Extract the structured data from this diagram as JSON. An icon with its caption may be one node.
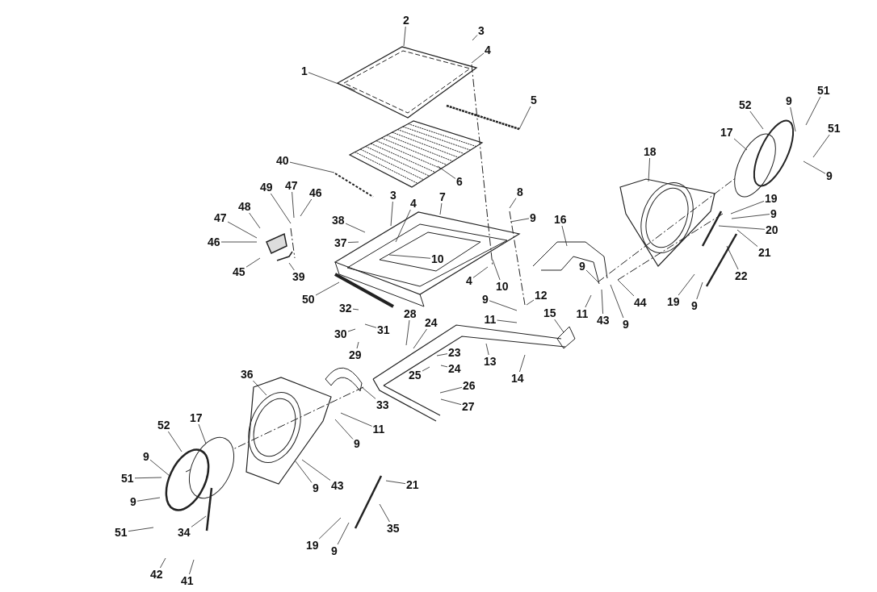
{
  "diagram": {
    "nodes": [
      {
        "text": [
          "1"
        ]
      },
      {
        "text": [
          "2"
        ]
      },
      {
        "text": [
          "3"
        ]
      },
      {
        "text": [
          "4"
        ]
      },
      {
        "text": [
          "5"
        ]
      },
      {
        "text": [
          "6"
        ]
      },
      {
        "text": [
          "40"
        ]
      },
      {
        "text": [
          "7"
        ]
      },
      {
        "text": [
          "3"
        ]
      },
      {
        "text": [
          "4"
        ]
      },
      {
        "text": [
          "8"
        ]
      },
      {
        "text": [
          "9"
        ]
      },
      {
        "text": [
          "38"
        ]
      },
      {
        "text": [
          "37"
        ]
      },
      {
        "text": [
          "10"
        ]
      },
      {
        "text": [
          "4"
        ]
      },
      {
        "text": [
          "10"
        ]
      },
      {
        "text": [
          "49"
        ]
      },
      {
        "text": [
          "47"
        ]
      },
      {
        "text": [
          "46"
        ]
      },
      {
        "text": [
          "48"
        ]
      },
      {
        "text": [
          "47"
        ]
      },
      {
        "text": [
          "46"
        ]
      },
      {
        "text": [
          "45"
        ]
      },
      {
        "text": [
          "39"
        ]
      },
      {
        "text": [
          "50"
        ]
      },
      {
        "text": [
          "32"
        ]
      },
      {
        "text": [
          "31"
        ]
      },
      {
        "text": [
          "30"
        ]
      },
      {
        "text": [
          "29"
        ]
      },
      {
        "text": [
          "28"
        ]
      },
      {
        "text": [
          "24"
        ]
      },
      {
        "text": [
          "23"
        ]
      },
      {
        "text": [
          "24"
        ]
      },
      {
        "text": [
          "25"
        ]
      },
      {
        "text": [
          "26"
        ]
      },
      {
        "text": [
          "27"
        ]
      },
      {
        "text": [
          "13"
        ]
      },
      {
        "text": [
          "14"
        ]
      },
      {
        "text": [
          "11"
        ]
      },
      {
        "text": [
          "9"
        ]
      },
      {
        "text": [
          "12"
        ]
      },
      {
        "text": [
          "15"
        ]
      },
      {
        "text": [
          "16"
        ]
      },
      {
        "text": [
          "9"
        ]
      },
      {
        "text": [
          "11"
        ]
      },
      {
        "text": [
          "43"
        ]
      },
      {
        "text": [
          "9"
        ]
      },
      {
        "text": [
          "44"
        ]
      },
      {
        "text": [
          "18"
        ]
      },
      {
        "text": [
          "19"
        ]
      },
      {
        "text": [
          "9"
        ]
      },
      {
        "text": [
          "20"
        ]
      },
      {
        "text": [
          "21"
        ]
      },
      {
        "text": [
          "22"
        ]
      },
      {
        "text": [
          "19"
        ]
      },
      {
        "text": [
          "9"
        ]
      },
      {
        "text": [
          "17"
        ]
      },
      {
        "text": [
          "52"
        ]
      },
      {
        "text": [
          "9"
        ]
      },
      {
        "text": [
          "51"
        ]
      },
      {
        "text": [
          "51"
        ]
      },
      {
        "text": [
          "9"
        ]
      },
      {
        "text": [
          "36"
        ]
      },
      {
        "text": [
          "33"
        ]
      },
      {
        "text": [
          "11"
        ]
      },
      {
        "text": [
          "9"
        ]
      },
      {
        "text": [
          "43"
        ]
      },
      {
        "text": [
          "9"
        ]
      },
      {
        "text": [
          "17"
        ]
      },
      {
        "text": [
          "52"
        ]
      },
      {
        "text": [
          "9"
        ]
      },
      {
        "text": [
          "51"
        ]
      },
      {
        "text": [
          "9"
        ]
      },
      {
        "text": [
          "51"
        ]
      },
      {
        "text": [
          "34"
        ]
      },
      {
        "text": [
          "42"
        ]
      },
      {
        "text": [
          "41"
        ]
      },
      {
        "text": [
          "21"
        ]
      },
      {
        "text": [
          "35"
        ]
      },
      {
        "text": [
          "19"
        ]
      },
      {
        "text": [
          "9"
        ]
      }
    ],
    "edges": [
      {
        "from": 0,
        "to": null,
        "arrow": "none"
      },
      {
        "from": 1,
        "to": null,
        "arrow": "none"
      },
      {
        "from": 2,
        "to": null,
        "arrow": "none"
      },
      {
        "from": 3,
        "to": null,
        "arrow": "none"
      },
      {
        "from": 4,
        "to": null,
        "arrow": "none"
      },
      {
        "from": 5,
        "to": null,
        "arrow": "none"
      },
      {
        "from": 6,
        "to": null,
        "arrow": "none"
      },
      {
        "from": 7,
        "to": null,
        "arrow": "none"
      },
      {
        "from": 8,
        "to": null,
        "arrow": "none"
      },
      {
        "from": 9,
        "to": null,
        "arrow": "none"
      },
      {
        "from": 10,
        "to": null,
        "arrow": "none"
      },
      {
        "from": 11,
        "to": null,
        "arrow": "none"
      },
      {
        "from": 12,
        "to": null,
        "arrow": "none"
      },
      {
        "from": 13,
        "to": null,
        "arrow": "none"
      },
      {
        "from": 14,
        "to": null,
        "arrow": "none"
      },
      {
        "from": 15,
        "to": null,
        "arrow": "none"
      },
      {
        "from": 16,
        "to": null,
        "arrow": "none"
      },
      {
        "from": 17,
        "to": null,
        "arrow": "none"
      },
      {
        "from": 18,
        "to": null,
        "arrow": "none"
      },
      {
        "from": 19,
        "to": null,
        "arrow": "none"
      },
      {
        "from": 20,
        "to": null,
        "arrow": "none"
      },
      {
        "from": 21,
        "to": null,
        "arrow": "none"
      },
      {
        "from": 22,
        "to": null,
        "arrow": "none"
      },
      {
        "from": 23,
        "to": null,
        "arrow": "none"
      },
      {
        "from": 24,
        "to": null,
        "arrow": "none"
      },
      {
        "from": 25,
        "to": null,
        "arrow": "none"
      },
      {
        "from": 26,
        "to": null,
        "arrow": "none"
      },
      {
        "from": 27,
        "to": null,
        "arrow": "none"
      },
      {
        "from": 28,
        "to": null,
        "arrow": "none"
      },
      {
        "from": 29,
        "to": null,
        "arrow": "none"
      },
      {
        "from": 30,
        "to": null,
        "arrow": "none"
      },
      {
        "from": 31,
        "to": null,
        "arrow": "none"
      },
      {
        "from": 32,
        "to": null,
        "arrow": "none"
      },
      {
        "from": 33,
        "to": null,
        "arrow": "none"
      },
      {
        "from": 34,
        "to": null,
        "arrow": "none"
      },
      {
        "from": 35,
        "to": null,
        "arrow": "none"
      },
      {
        "from": 36,
        "to": null,
        "arrow": "none"
      },
      {
        "from": 37,
        "to": null,
        "arrow": "none"
      },
      {
        "from": 38,
        "to": null,
        "arrow": "none"
      },
      {
        "from": 39,
        "to": null,
        "arrow": "none"
      },
      {
        "from": 40,
        "to": null,
        "arrow": "none"
      },
      {
        "from": 41,
        "to": null,
        "arrow": "none"
      },
      {
        "from": 42,
        "to": null,
        "arrow": "none"
      },
      {
        "from": 43,
        "to": null,
        "arrow": "none"
      },
      {
        "from": 44,
        "to": null,
        "arrow": "none"
      },
      {
        "from": 45,
        "to": null,
        "arrow": "none"
      },
      {
        "from": 46,
        "to": null,
        "arrow": "none"
      },
      {
        "from": 47,
        "to": null,
        "arrow": "none"
      },
      {
        "from": 48,
        "to": null,
        "arrow": "none"
      },
      {
        "from": 49,
        "to": null,
        "arrow": "none"
      },
      {
        "from": 50,
        "to": null,
        "arrow": "none"
      },
      {
        "from": 51,
        "to": null,
        "arrow": "none"
      },
      {
        "from": 52,
        "to": null,
        "arrow": "none"
      },
      {
        "from": 53,
        "to": null,
        "arrow": "none"
      },
      {
        "from": 54,
        "to": null,
        "arrow": "none"
      },
      {
        "from": 55,
        "to": null,
        "arrow": "none"
      },
      {
        "from": 56,
        "to": null,
        "arrow": "none"
      },
      {
        "from": 57,
        "to": null,
        "arrow": "none"
      },
      {
        "from": 58,
        "to": null,
        "arrow": "none"
      },
      {
        "from": 59,
        "to": null,
        "arrow": "none"
      },
      {
        "from": 60,
        "to": null,
        "arrow": "none"
      },
      {
        "from": 61,
        "to": null,
        "arrow": "none"
      },
      {
        "from": 62,
        "to": null,
        "arrow": "none"
      },
      {
        "from": 63,
        "to": null,
        "arrow": "none"
      },
      {
        "from": 64,
        "to": null,
        "arrow": "none"
      },
      {
        "from": 65,
        "to": null,
        "arrow": "none"
      },
      {
        "from": 66,
        "to": null,
        "arrow": "none"
      },
      {
        "from": 67,
        "to": null,
        "arrow": "none"
      },
      {
        "from": 68,
        "to": null,
        "arrow": "none"
      },
      {
        "from": 69,
        "to": null,
        "arrow": "none"
      },
      {
        "from": 70,
        "to": null,
        "arrow": "none"
      },
      {
        "from": 71,
        "to": null,
        "arrow": "none"
      },
      {
        "from": 72,
        "to": null,
        "arrow": "none"
      },
      {
        "from": 73,
        "to": null,
        "arrow": "none"
      },
      {
        "from": 74,
        "to": null,
        "arrow": "none"
      },
      {
        "from": 75,
        "to": null,
        "arrow": "none"
      },
      {
        "from": 76,
        "to": null,
        "arrow": "none"
      },
      {
        "from": 77,
        "to": null,
        "arrow": "none"
      },
      {
        "from": 78,
        "to": null,
        "arrow": "none"
      },
      {
        "from": 79,
        "to": null,
        "arrow": "none"
      },
      {
        "from": 80,
        "to": null,
        "arrow": "none"
      },
      {
        "from": 81,
        "to": null,
        "arrow": "none"
      }
    ]
  }
}
